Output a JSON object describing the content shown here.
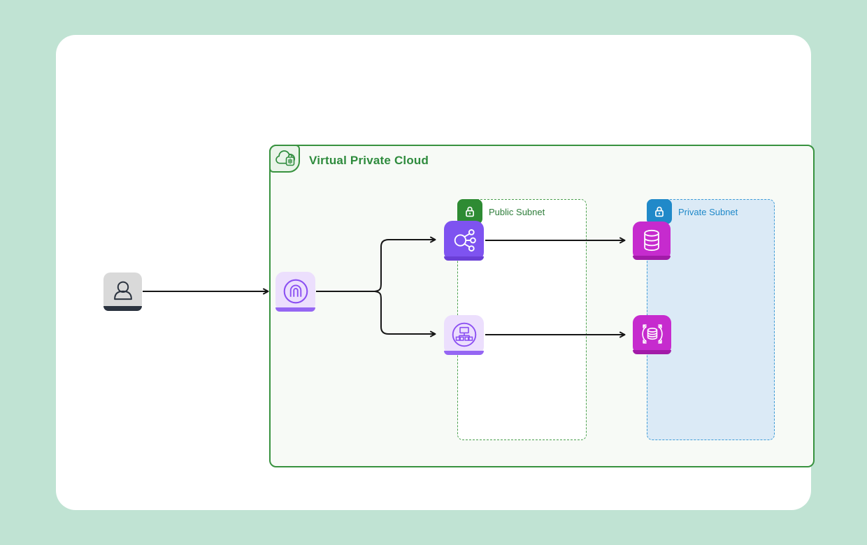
{
  "window": {
    "background_color": "#c0e3d3",
    "canvas_color": "#ffffff"
  },
  "diagram": {
    "vpc": {
      "title": "Virtual Private Cloud",
      "icon": "vpc-cloud-lock-icon",
      "border_color": "#38923f",
      "title_color": "#2e8b3d",
      "fill_color": "#f7faf6"
    },
    "subnets": [
      {
        "id": "public-subnet",
        "label": "Public Subnet",
        "icon": "lock-icon",
        "badge_color": "#2e8b33",
        "label_color": "#2e7d3a",
        "border_style": "dashed",
        "border_color": "#4aa04d",
        "fill_color": "#ffffff"
      },
      {
        "id": "private-subnet",
        "label": "Private Subnet",
        "icon": "lock-icon",
        "badge_color": "#2089c9",
        "label_color": "#2089c9",
        "border_style": "dashed",
        "border_color": "#3f9cd7",
        "fill_color": "#dbeaf6"
      }
    ],
    "nodes": [
      {
        "id": "user",
        "icon": "user-icon",
        "container": "outside-vpc",
        "tile_color": "#d9d9d9",
        "glyph_color": "#2b333f"
      },
      {
        "id": "internet-gateway",
        "icon": "internet-gateway-icon",
        "container": "vpc",
        "tile_color": "#ecdffd",
        "glyph_color": "#8b4ff2"
      },
      {
        "id": "load-balancer",
        "icon": "load-balancer-icon",
        "container": "public-subnet",
        "tile_color": "#7e53f0",
        "glyph_color": "#ffffff"
      },
      {
        "id": "server-cluster",
        "icon": "server-cluster-icon",
        "container": "public-subnet",
        "tile_color": "#ecdffd",
        "glyph_color": "#8b4ff2"
      },
      {
        "id": "database",
        "icon": "database-icon",
        "container": "private-subnet",
        "tile_color": "#c62bce",
        "glyph_color": "#ffffff"
      },
      {
        "id": "scalable-database",
        "icon": "scalable-database-icon",
        "container": "private-subnet",
        "tile_color": "#c62bce",
        "glyph_color": "#ffffff"
      }
    ],
    "edges": [
      {
        "from": "user",
        "to": "internet-gateway"
      },
      {
        "from": "internet-gateway",
        "to": "load-balancer"
      },
      {
        "from": "internet-gateway",
        "to": "server-cluster"
      },
      {
        "from": "load-balancer",
        "to": "database"
      },
      {
        "from": "server-cluster",
        "to": "scalable-database"
      }
    ],
    "edge_color": "#161616"
  }
}
